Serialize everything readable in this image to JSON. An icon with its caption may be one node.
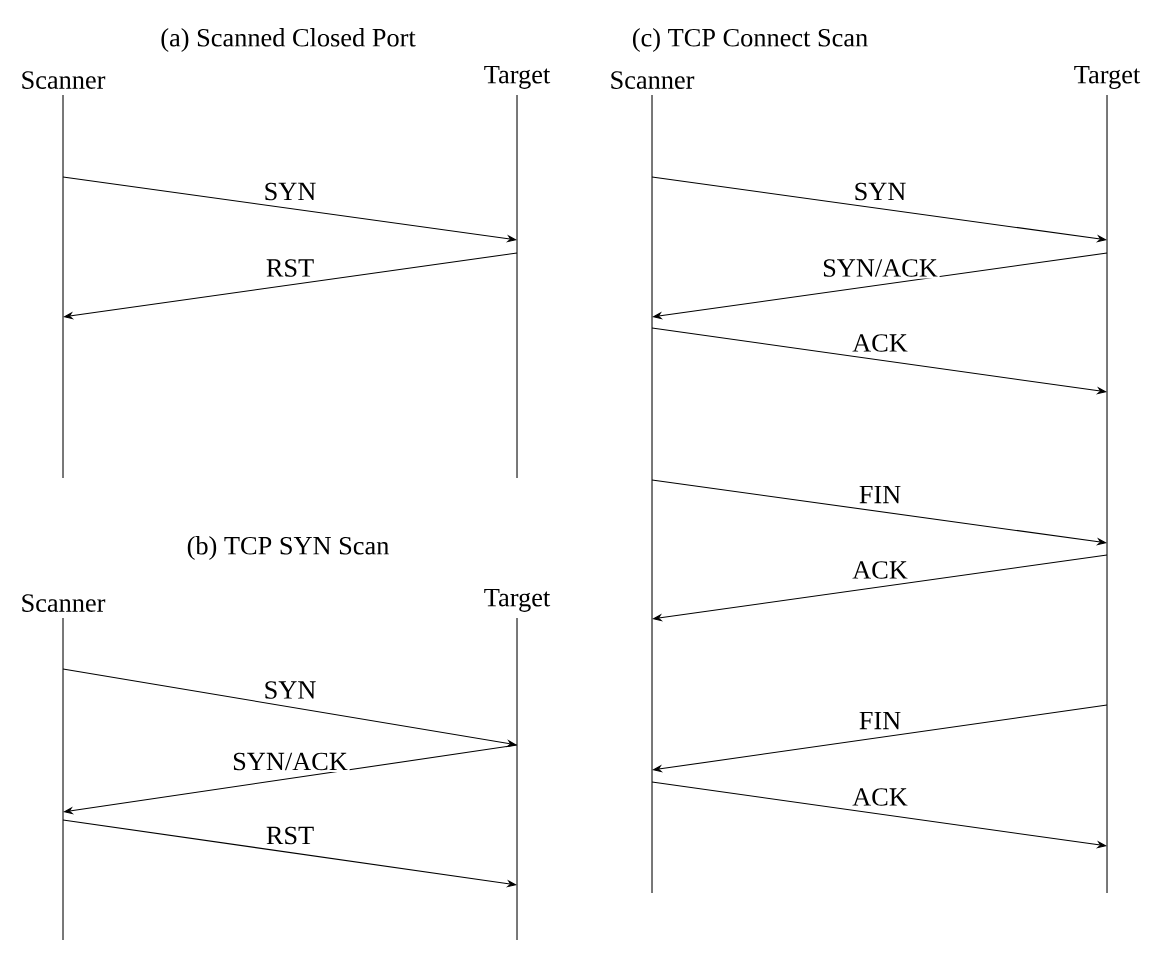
{
  "diagram": {
    "nodes": [
      {
        "text": [
          "Scanner"
        ]
      },
      {
        "text": [
          "Target"
        ]
      },
      {
        "text": [
          "Scanner"
        ]
      },
      {
        "text": [
          "Target"
        ]
      },
      {
        "text": [
          "Scanner"
        ]
      },
      {
        "text": [
          "Target"
        ]
      }
    ],
    "edges": [
      {
        "from": 0,
        "to": 1,
        "arrow": "to",
        "label": "SYN"
      },
      {
        "from": 1,
        "to": 0,
        "arrow": "to",
        "label": "RST"
      },
      {
        "from": 2,
        "to": 3,
        "arrow": "to",
        "label": "SYN"
      },
      {
        "from": 3,
        "to": 2,
        "arrow": "to",
        "label": "SYN/ACK"
      },
      {
        "from": 2,
        "to": 3,
        "arrow": "to",
        "label": "RST"
      },
      {
        "from": 4,
        "to": 5,
        "arrow": "to",
        "label": "SYN"
      },
      {
        "from": 5,
        "to": 4,
        "arrow": "to",
        "label": "SYN/ACK"
      },
      {
        "from": 4,
        "to": 5,
        "arrow": "to",
        "label": "ACK"
      },
      {
        "from": 4,
        "to": 5,
        "arrow": "to",
        "label": "FIN"
      },
      {
        "from": 5,
        "to": 4,
        "arrow": "to",
        "label": "ACK"
      },
      {
        "from": 5,
        "to": 4,
        "arrow": "to",
        "label": "FIN"
      },
      {
        "from": 4,
        "to": 5,
        "arrow": "to",
        "label": "ACK"
      }
    ],
    "labels": [
      "(a) Scanned Closed Port",
      "(b) TCP SYN Scan",
      "(c) TCP Connect Scan"
    ]
  }
}
